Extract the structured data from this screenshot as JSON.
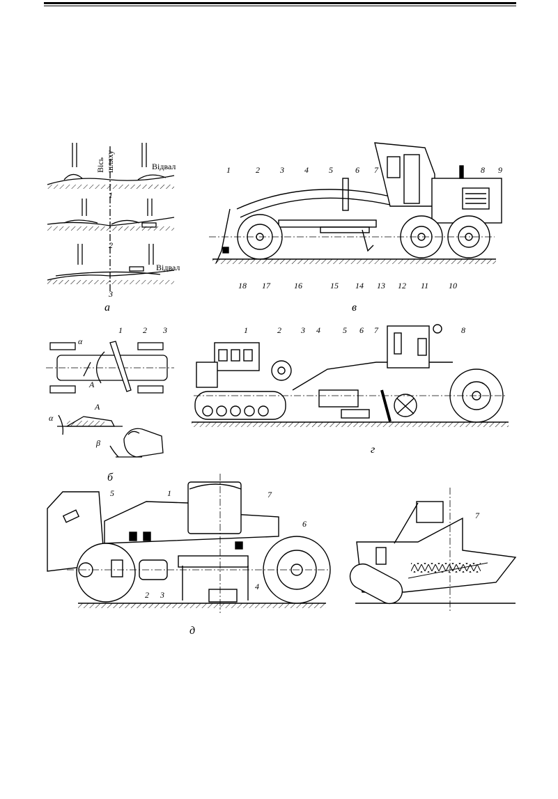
{
  "figure": {
    "panel_a": {
      "caption": "а",
      "axis_label_line1": "Вісь",
      "axis_label_line2": "шляху",
      "dump_label_top": "Відвал",
      "dump_label_bottom": "Відвал",
      "positions": [
        "1",
        "2",
        "3"
      ]
    },
    "panel_b": {
      "caption": "б",
      "parts": [
        "1",
        "2",
        "3"
      ],
      "section_label": "A",
      "angle_alpha": "α",
      "angle_beta": "β"
    },
    "panel_v": {
      "caption": "в",
      "parts_top": [
        "1",
        "2",
        "3",
        "4",
        "5",
        "6",
        "7",
        "8",
        "9"
      ],
      "parts_bottom": [
        "18",
        "17",
        "16",
        "15",
        "14",
        "13",
        "12",
        "11",
        "10"
      ]
    },
    "panel_g": {
      "caption": "г",
      "parts": [
        "1",
        "2",
        "3",
        "4",
        "5",
        "6",
        "7",
        "8"
      ]
    },
    "panel_d": {
      "caption": "д",
      "parts": [
        "1",
        "2",
        "3",
        "4",
        "5",
        "6",
        "7"
      ]
    }
  }
}
